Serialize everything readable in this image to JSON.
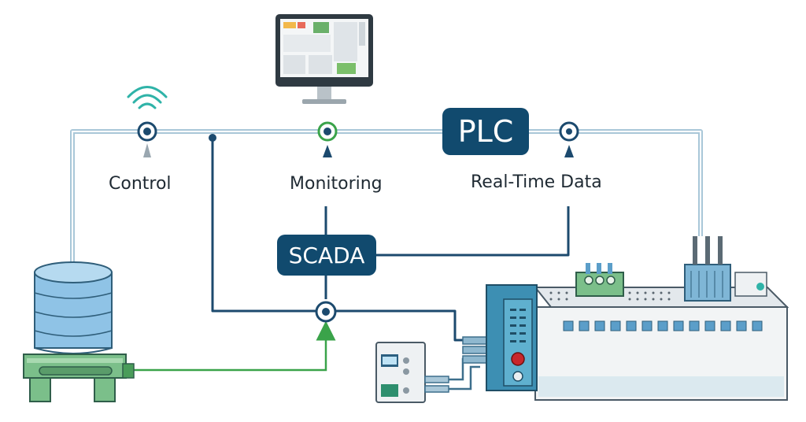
{
  "labels": {
    "control": "Control",
    "monitoring": "Monitoring",
    "realtime": "Real-Time Data"
  },
  "boxes": {
    "plc": "PLC",
    "scada": "SCADA"
  },
  "colors": {
    "line_light": "#a9c7d8",
    "line_dark": "#1c4a6e",
    "line_green": "#3aa34a",
    "box": "#114a6e",
    "tank": "#8fc3e6",
    "machine_green": "#7bbf8a",
    "cabinet_teal": "#3d8fb3",
    "panel": "#f2f4f5",
    "wifi": "#2fb3a8"
  },
  "icons": [
    "wifi-icon",
    "monitor-icon",
    "node-icon",
    "arrow-up-icon"
  ]
}
